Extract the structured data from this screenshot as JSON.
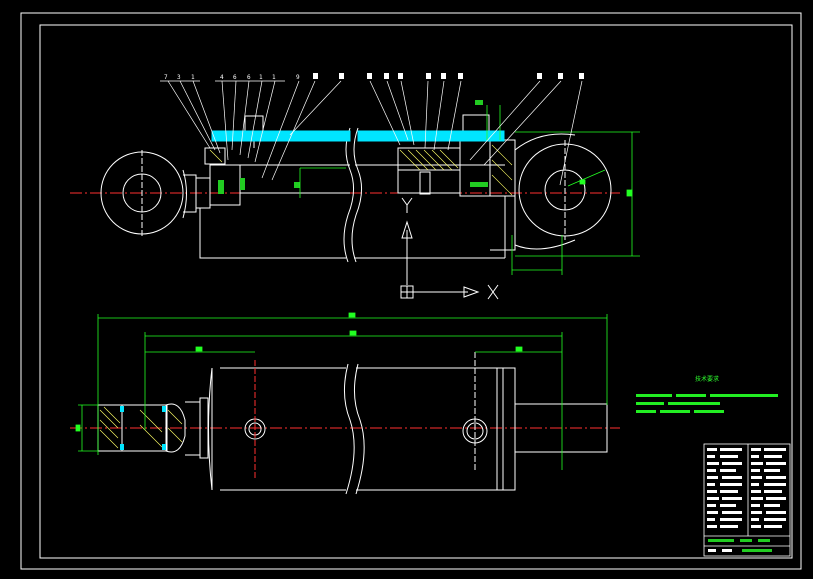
{
  "drawing": {
    "balloons_top": [
      "7",
      "3",
      "1",
      "4",
      "6",
      "6",
      "1",
      "1",
      "9"
    ],
    "tech_requirements_title": "技术要求",
    "colors": {
      "background": "#000000",
      "outline": "#ffffff",
      "dimension": "#22ff22",
      "hatch_fill": "#00e5ff",
      "center_line": "#ff3030",
      "highlight": "#22cc22"
    }
  }
}
